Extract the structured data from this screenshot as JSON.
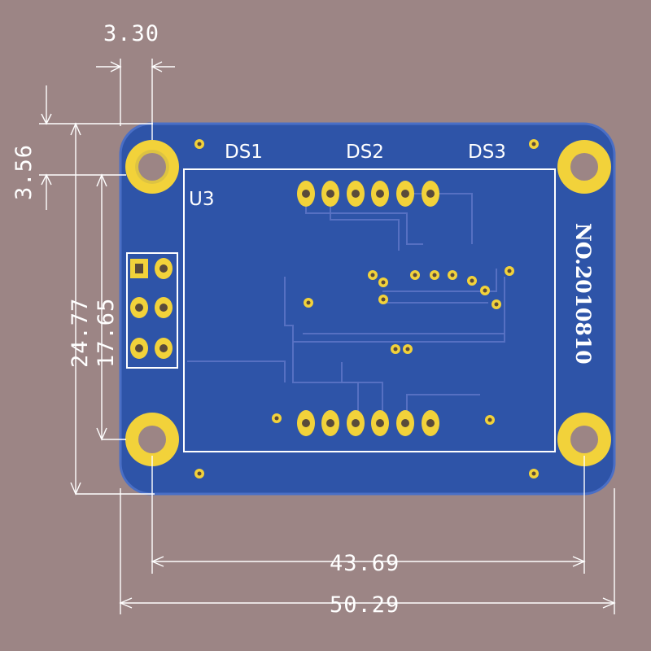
{
  "dimensions": {
    "top_offset": "3.30",
    "left_offset": "3.56",
    "hole_vertical": "24.77",
    "header_height": "17.65",
    "hole_spacing": "43.69",
    "board_width": "50.29"
  },
  "silkscreen": {
    "ds1": "DS1",
    "ds2": "DS2",
    "ds3": "DS3",
    "u3": "U3",
    "serial": "NO.2010810"
  },
  "colors": {
    "background": "#9c8585",
    "board": "#2e54a8",
    "board_edge": "#3a62bc",
    "pad": "#f2d23a",
    "silkscreen": "#ffffff"
  }
}
